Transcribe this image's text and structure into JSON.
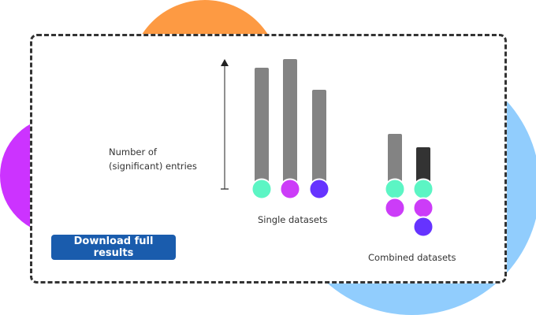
{
  "colors": {
    "orange": "#fd9a43",
    "magenta": "#cc33ff",
    "lightblue": "#91cdfd",
    "teal": "#5cf5c4",
    "purple": "#cc3cf8",
    "indigo": "#6633ff",
    "bar_gray": "#838383",
    "bar_dark": "#333333",
    "button": "#1a5cad"
  },
  "axis_label_line1": "Number of",
  "axis_label_line2": "(significant) entries",
  "single_label": "Single datasets",
  "combined_label": "Combined datasets",
  "download_button": "Download full results",
  "chart_data": {
    "type": "bar",
    "ylabel": "Number of (significant) entries",
    "groups": [
      {
        "name": "Single datasets",
        "bars": [
          {
            "value": 142,
            "datasets": [
              "teal"
            ],
            "color": "bar_gray"
          },
          {
            "value": 153,
            "datasets": [
              "purple"
            ],
            "color": "bar_gray"
          },
          {
            "value": 114,
            "datasets": [
              "indigo"
            ],
            "color": "bar_gray"
          }
        ]
      },
      {
        "name": "Combined datasets",
        "bars": [
          {
            "value": 58,
            "datasets": [
              "teal",
              "purple"
            ],
            "color": "bar_gray"
          },
          {
            "value": 41,
            "datasets": [
              "teal",
              "purple",
              "indigo"
            ],
            "color": "bar_dark"
          }
        ]
      }
    ],
    "ylim": [
      0,
      165
    ]
  }
}
